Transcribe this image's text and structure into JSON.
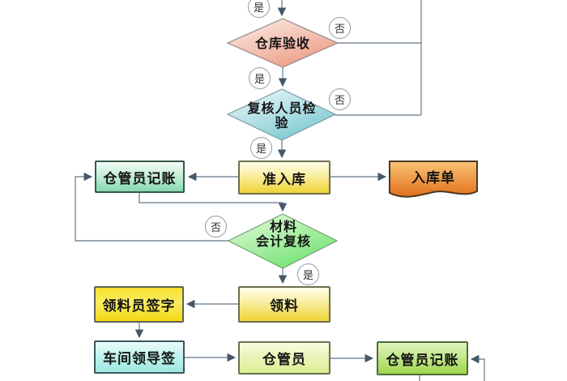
{
  "branch_labels": {
    "yes": "是",
    "no": "否"
  },
  "nodes": {
    "check_warehouse": {
      "label": "仓库验收",
      "type": "decision"
    },
    "check_reviewer": {
      "label": "复核人员检验",
      "line1": "复核人员检",
      "line2": "验",
      "type": "decision"
    },
    "check_accounting": {
      "label": "材料会计复核",
      "line1": "材料",
      "line2": "会计复核",
      "type": "decision"
    },
    "keeper_bookkeeping_1": {
      "label": "仓管员记账",
      "type": "process"
    },
    "approve_storage": {
      "label": "准入库",
      "type": "process"
    },
    "storage_slip": {
      "label": "入库单",
      "type": "document"
    },
    "pick_material": {
      "label": "领料",
      "type": "process"
    },
    "picker_sign": {
      "label": "领料员签字",
      "type": "process"
    },
    "workshop_leader_sign": {
      "label": "车间领导签",
      "type": "process"
    },
    "keeper": {
      "label": "仓管员",
      "type": "process"
    },
    "keeper_bookkeeping_2": {
      "label": "仓管员记账",
      "type": "process"
    }
  },
  "edges": [
    {
      "from": "offscreen-top",
      "to": "check_warehouse",
      "label": "是"
    },
    {
      "from": "check_warehouse",
      "to": "check_reviewer",
      "label": "是"
    },
    {
      "from": "check_warehouse",
      "to": "offscreen-top",
      "label": "否"
    },
    {
      "from": "check_reviewer",
      "to": "approve_storage",
      "label": "是"
    },
    {
      "from": "check_reviewer",
      "to": "offscreen-top",
      "label": "否"
    },
    {
      "from": "approve_storage",
      "to": "keeper_bookkeeping_1",
      "label": ""
    },
    {
      "from": "approve_storage",
      "to": "storage_slip",
      "label": ""
    },
    {
      "from": "keeper_bookkeeping_1",
      "to": "check_accounting",
      "label": ""
    },
    {
      "from": "check_accounting",
      "to": "keeper_bookkeeping_1",
      "label": "否"
    },
    {
      "from": "check_accounting",
      "to": "pick_material",
      "label": "是"
    },
    {
      "from": "pick_material",
      "to": "picker_sign",
      "label": ""
    },
    {
      "from": "picker_sign",
      "to": "workshop_leader_sign",
      "label": ""
    },
    {
      "from": "workshop_leader_sign",
      "to": "keeper",
      "label": ""
    },
    {
      "from": "keeper",
      "to": "keeper_bookkeeping_2",
      "label": ""
    },
    {
      "from": "offscreen-bottom",
      "to": "keeper_bookkeeping_2",
      "label": ""
    },
    {
      "from": "keeper_bookkeeping_2",
      "to": "offscreen-bottom",
      "label": ""
    }
  ],
  "palette": {
    "decision_warehouse": "#ec9c85",
    "decision_reviewer": "#7cc7d2",
    "decision_accounting": "#70e270",
    "process_yellow": "#efd335",
    "process_mint": "#86d9ae",
    "process_cyan": "#9ce8e2",
    "process_yellow_bright": "#f2d714",
    "process_yellow_green": "#dcee94",
    "process_green": "#a2d54f",
    "document_orange": "#e8791e",
    "connector": "#7d8b9b"
  }
}
